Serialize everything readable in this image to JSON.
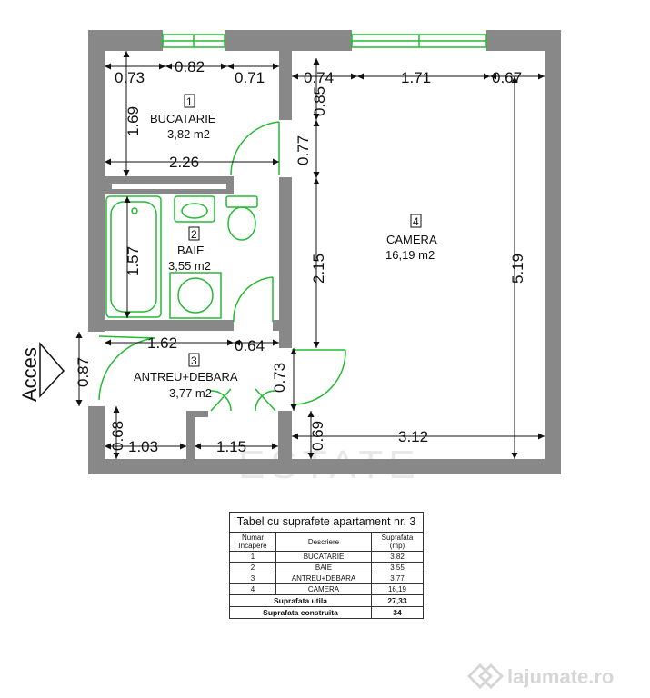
{
  "plan": {
    "access_label": "Acces",
    "watermark": "ESTATE",
    "rooms": [
      {
        "number": "1",
        "name": "BUCATARIE",
        "area": "3,82 m2"
      },
      {
        "number": "2",
        "name": "BAIE",
        "area": "3,55 m2"
      },
      {
        "number": "3",
        "name": "ANTREU+DEBARA",
        "area": "3,77 m2"
      },
      {
        "number": "4",
        "name": "CAMERA",
        "area": "16,19 m2"
      }
    ],
    "dimensions": {
      "kitchen_top_a": "0.73",
      "kitchen_top_b": "0.82",
      "kitchen_top_c": "0.71",
      "room_top_a": "0.74",
      "room_top_b": "1.71",
      "room_top_c": "0.67",
      "kitchen_height": "1.69",
      "kitchen_width": "2.26",
      "pier_upper": "0.85",
      "kitchen_door": "0.77",
      "bath_height": "1.57",
      "bath_width": "1.62",
      "bath_door": "0.64",
      "hall_wall": "2.15",
      "room_height": "5.19",
      "entry_door": "0.87",
      "hall_door": "0.73",
      "pier_left": "0.68",
      "bottom_left": "1.03",
      "bottom_mid": "1.15",
      "pier_bottom": "0.69",
      "room_bottom": "3.12"
    }
  },
  "table": {
    "title": "Tabel cu suprafete apartament nr. 3",
    "headers": [
      "Numar Incapere",
      "Descriere",
      "Suprafata (mp)"
    ],
    "rows": [
      [
        "1",
        "BUCATARIE",
        "3,82"
      ],
      [
        "2",
        "BAIE",
        "3,55"
      ],
      [
        "3",
        "ANTREU+DEBARA",
        "3,77"
      ],
      [
        "4",
        "CAMERA",
        "16,19"
      ]
    ],
    "usable_label": "Suprafata utila",
    "usable_value": "27,33",
    "built_label": "Suprafata construita",
    "built_value": "34"
  },
  "logo": {
    "text": "lajumate.ro"
  },
  "colors": {
    "wall": "#888888",
    "fixture": "#22bb33",
    "dimension": "#111111"
  },
  "icons": [
    "door-swing-icon",
    "window-icon",
    "bathtub-icon",
    "sink-icon",
    "toilet-icon",
    "washing-machine-icon",
    "access-arrow-icon"
  ]
}
